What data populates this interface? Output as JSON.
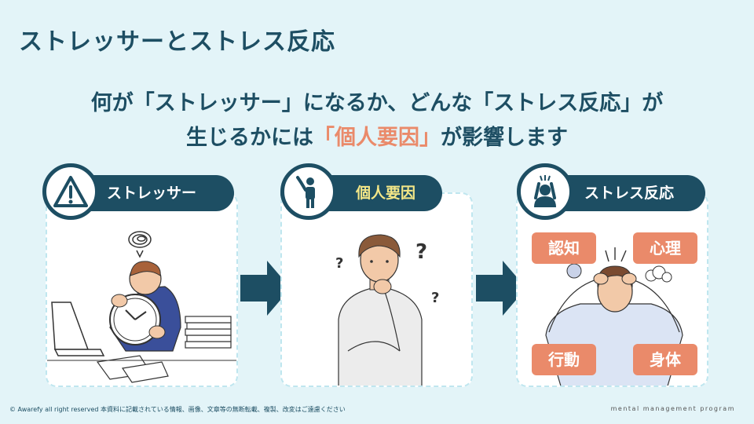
{
  "title": "ストレッサーとストレス反応",
  "subtitle": {
    "line1": "何が「ストレッサー」になるか、どんな「ストレス反応」が",
    "line2_pre": "生じるかには",
    "line2_highlight": "「個人要因」",
    "line2_post": "が影響します"
  },
  "cards": {
    "stressor": {
      "label": "ストレッサー",
      "icon": "warning-icon"
    },
    "personal": {
      "label": "個人要因",
      "icon": "person-pointing-icon"
    },
    "response": {
      "label": "ストレス反応",
      "icon": "stressed-head-icon"
    }
  },
  "response_tags": {
    "cognition": "認知",
    "psychology": "心理",
    "behavior": "行動",
    "body": "身体"
  },
  "footer": {
    "copyright": "© Awarefy all right reserved 本資料に記載されている情報、画像、文章等の無断転載、複製、改変はご遠慮ください",
    "brand": "mental management program"
  },
  "colors": {
    "navy": "#1d4e63",
    "accent": "#ea8a6a",
    "background": "#e3f4f8",
    "yellow": "#f4e787"
  }
}
